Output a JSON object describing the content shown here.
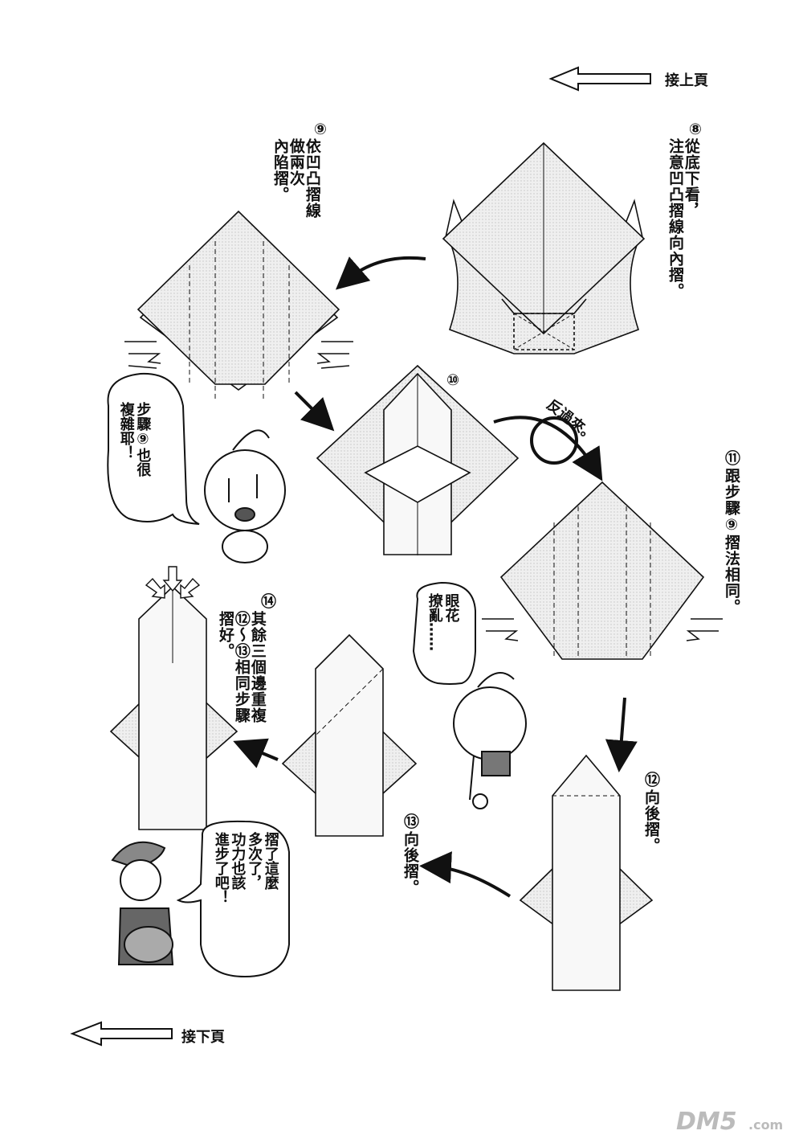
{
  "nav": {
    "prev": "接上頁",
    "next": "接下頁"
  },
  "steps": {
    "s8": {
      "num": "⑧",
      "text": "從底下看，\n注意凹凸摺線向內摺。"
    },
    "s9": {
      "num": "⑨",
      "text": "依凹凸摺線\n做兩次\n內陷摺。"
    },
    "s10": {
      "num": "⑩"
    },
    "flip": "反過來。",
    "s11": {
      "num": "⑪",
      "text": "跟步驟⑨摺法相同。"
    },
    "s12": {
      "num": "⑫",
      "text": "向後摺。"
    },
    "s13": {
      "num": "⑬",
      "text": "向後摺。"
    },
    "s14": {
      "num": "⑭",
      "text": "其餘三個邊重複\n⑫～⑬相同步驟\n摺好。"
    }
  },
  "bubbles": {
    "b1": "步驟⑨也很\n複雜耶！",
    "b2": "眼花\n撩亂……",
    "b3": "摺了這麼\n多次了，\n功力也該\n進步了吧！"
  },
  "watermark": {
    "logo": "DM5",
    "suffix": ".com"
  },
  "colors": {
    "paper": "#ededed",
    "ink": "#111111"
  }
}
